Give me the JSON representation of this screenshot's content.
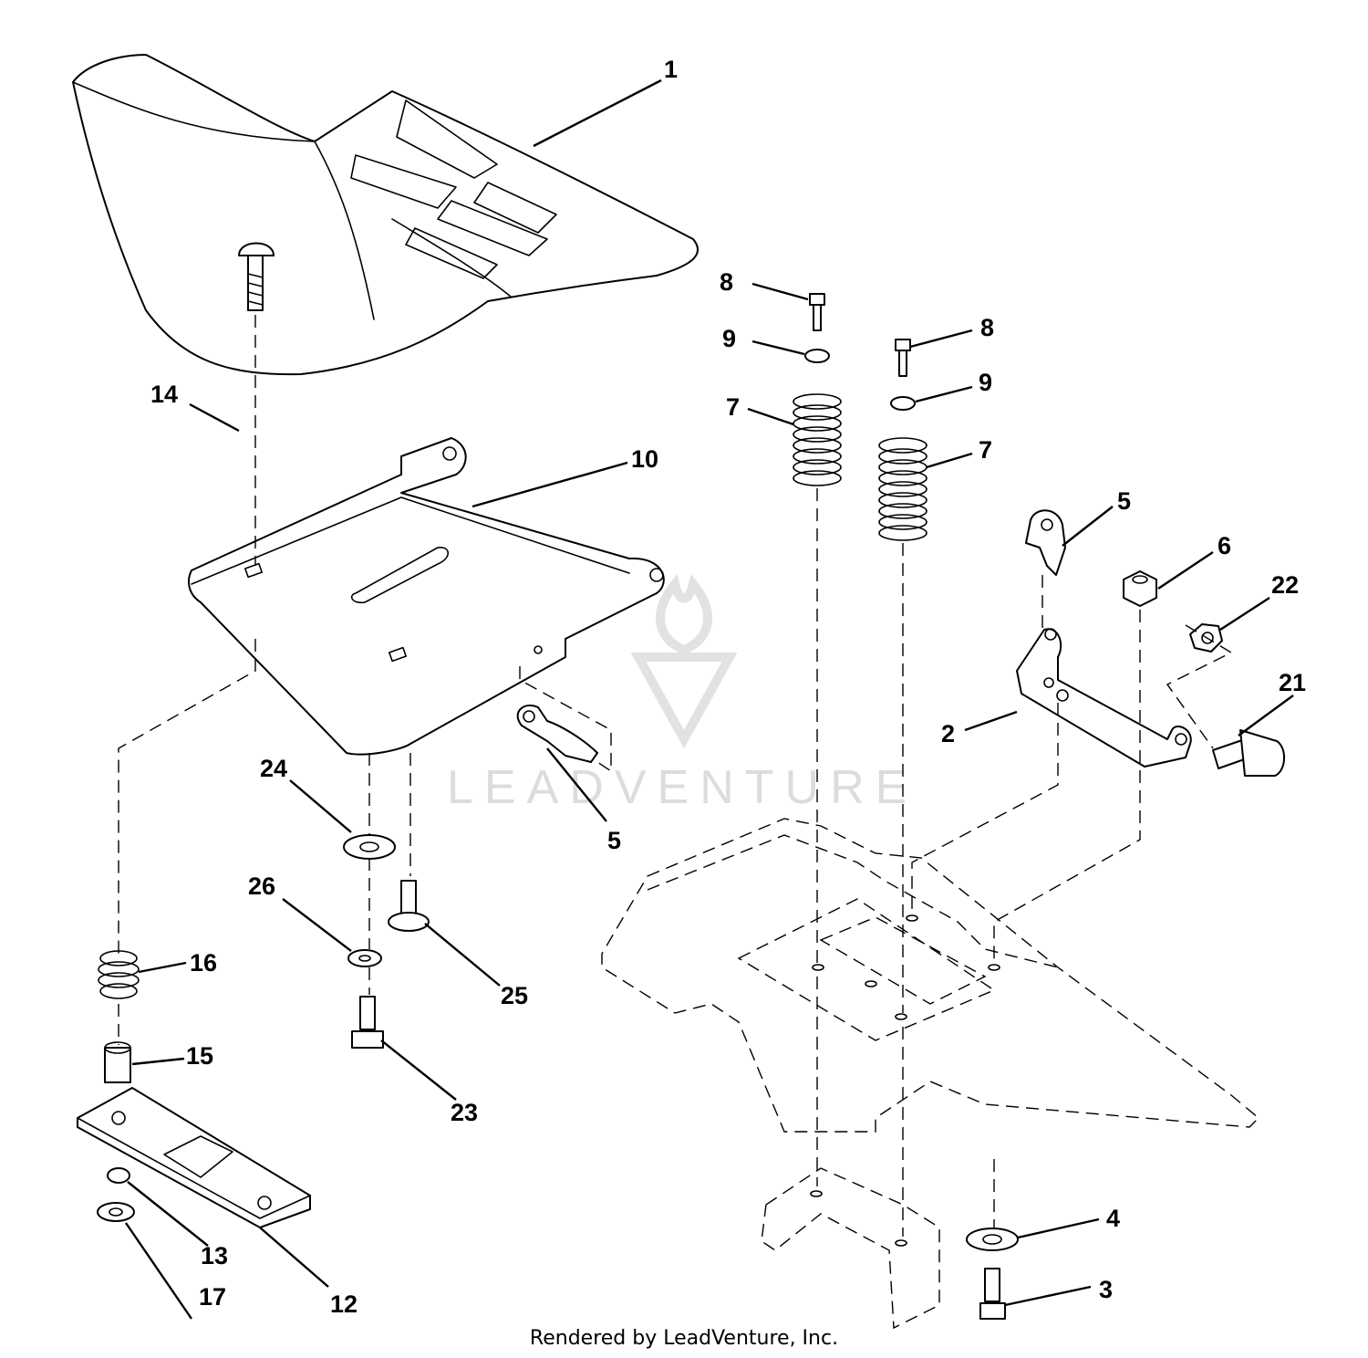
{
  "watermark": {
    "text": "LEADVENTURE"
  },
  "footer": {
    "text": "Rendered by LeadVenture, Inc."
  },
  "callouts": [
    {
      "id": "1",
      "label": "1"
    },
    {
      "id": "2",
      "label": "2"
    },
    {
      "id": "3",
      "label": "3"
    },
    {
      "id": "4",
      "label": "4"
    },
    {
      "id": "5a",
      "label": "5"
    },
    {
      "id": "5b",
      "label": "5"
    },
    {
      "id": "6",
      "label": "6"
    },
    {
      "id": "7a",
      "label": "7"
    },
    {
      "id": "7b",
      "label": "7"
    },
    {
      "id": "8a",
      "label": "8"
    },
    {
      "id": "8b",
      "label": "8"
    },
    {
      "id": "9a",
      "label": "9"
    },
    {
      "id": "9b",
      "label": "9"
    },
    {
      "id": "10",
      "label": "10"
    },
    {
      "id": "12",
      "label": "12"
    },
    {
      "id": "13",
      "label": "13"
    },
    {
      "id": "14",
      "label": "14"
    },
    {
      "id": "15",
      "label": "15"
    },
    {
      "id": "16",
      "label": "16"
    },
    {
      "id": "17",
      "label": "17"
    },
    {
      "id": "21",
      "label": "21"
    },
    {
      "id": "22",
      "label": "22"
    },
    {
      "id": "23",
      "label": "23"
    },
    {
      "id": "24",
      "label": "24"
    },
    {
      "id": "25",
      "label": "25"
    },
    {
      "id": "26",
      "label": "26"
    }
  ]
}
